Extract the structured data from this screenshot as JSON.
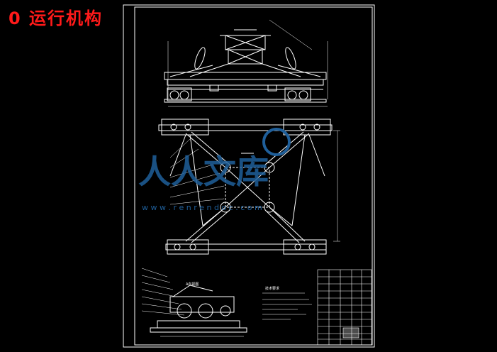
{
  "title": "0 运行机构",
  "watermark": {
    "text": "人人文库",
    "url": "w w w . r e n r e n d o c . c o m"
  },
  "views": {
    "detail_label": "A向视图"
  },
  "technical_requirements": {
    "heading": "技术要求"
  },
  "colors": {
    "background": "#000000",
    "lines": "#ffffff",
    "title": "#ff1a1a",
    "watermark": "#1f5f9a"
  }
}
